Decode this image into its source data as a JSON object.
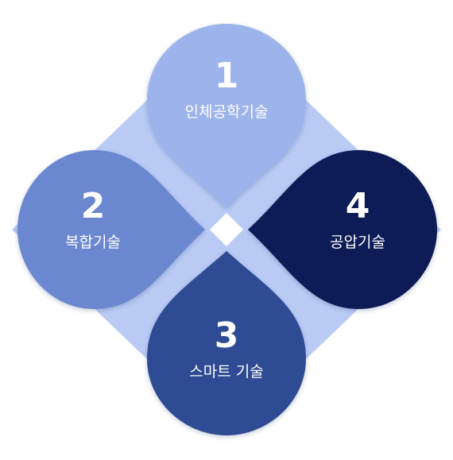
{
  "items": [
    {
      "number": "1",
      "label": "인체공학기술",
      "color": "#9db3ec"
    },
    {
      "number": "2",
      "label": "복합기술",
      "color": "#6b87d0"
    },
    {
      "number": "3",
      "label": "스마트 기술",
      "color": "#2e4c94"
    },
    {
      "number": "4",
      "label": "공압기술",
      "color": "#0b1f57"
    }
  ],
  "background_color": "#b9cbf5",
  "center_color": "#ffffff"
}
